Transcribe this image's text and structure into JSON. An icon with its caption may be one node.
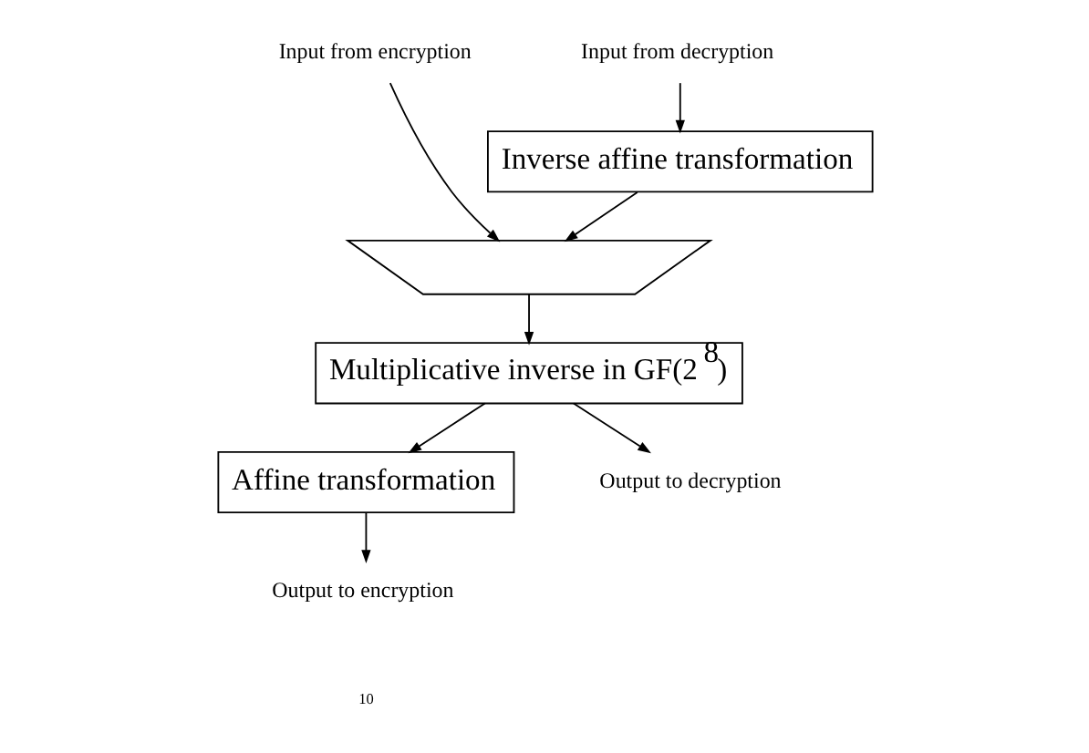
{
  "diagram": {
    "nodes": [
      {
        "text": [
          "Input from encryption"
        ]
      },
      {
        "text": [
          "Input from decryption"
        ]
      },
      {
        "text": [
          "Inverse affine transformation"
        ]
      },
      {
        "text": [],
        "shape": "trapezoid"
      },
      {
        "text": [
          "Multiplicative inverse in GF(2$^{8}$)"
        ]
      },
      {
        "text": [
          "Affine transformation"
        ]
      },
      {
        "text": [
          "Output to decryption"
        ]
      },
      {
        "text": [
          "Output to encryption"
        ]
      }
    ],
    "edges": [
      {
        "from": 0,
        "to": 3,
        "arrow": "to"
      },
      {
        "from": 1,
        "to": 2,
        "arrow": "to"
      },
      {
        "from": 2,
        "to": 3,
        "arrow": "to"
      },
      {
        "from": 3,
        "to": 4,
        "arrow": "to"
      },
      {
        "from": 4,
        "to": 5,
        "arrow": "to"
      },
      {
        "from": 4,
        "to": 6,
        "arrow": "to"
      },
      {
        "from": 5,
        "to": 7,
        "arrow": "to"
      }
    ],
    "labels": [
      "10"
    ]
  }
}
